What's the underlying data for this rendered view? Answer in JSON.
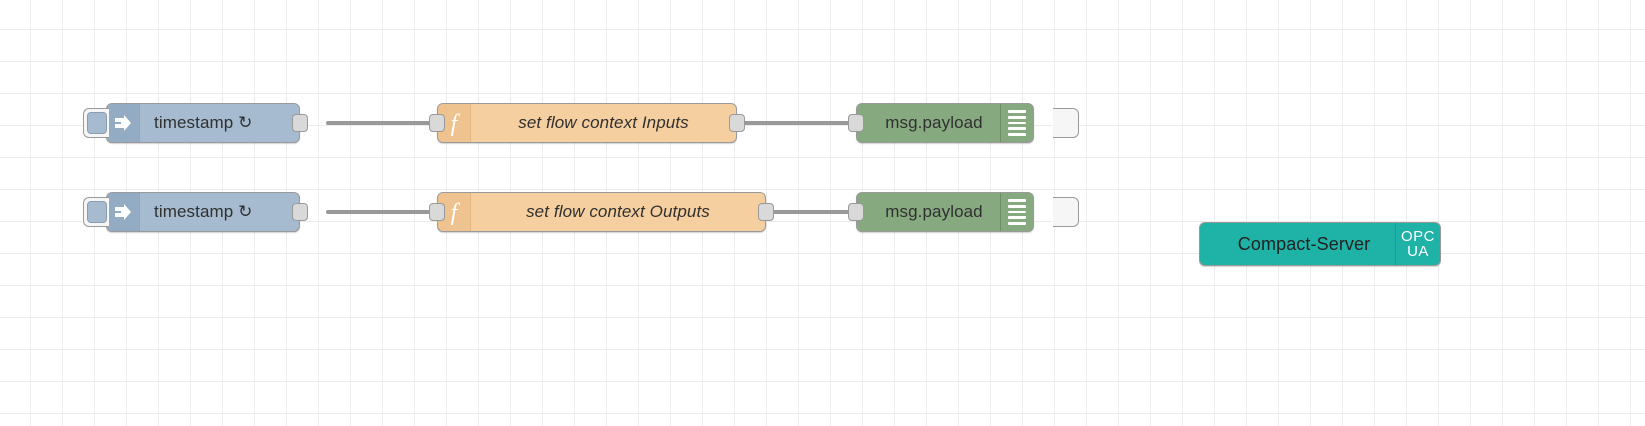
{
  "editor": {
    "name": "node-red-flow-canvas",
    "grid_size": 32,
    "background_color": "#ffffff",
    "grid_color": "#ececec"
  },
  "colors": {
    "inject": "#a6bbcf",
    "function": "#f6cfa0",
    "debug": "#87a980",
    "opcua": "#1fb2a6",
    "wire": "#999999",
    "node_border": "#9a9a9a"
  },
  "rows": [
    {
      "inject": {
        "label": "timestamp ↻",
        "icon": "inject-arrow-icon",
        "button": "inject-trigger-button"
      },
      "function": {
        "label": "set flow context Inputs",
        "icon": "function-f-icon"
      },
      "debug": {
        "label": "msg.payload",
        "icon": "debug-lines-icon"
      }
    },
    {
      "inject": {
        "label": "timestamp ↻",
        "icon": "inject-arrow-icon",
        "button": "inject-trigger-button"
      },
      "function": {
        "label": "set flow context Outputs",
        "icon": "function-f-icon"
      },
      "debug": {
        "label": "msg.payload",
        "icon": "debug-lines-icon"
      }
    }
  ],
  "opcua_node": {
    "label": "Compact-Server",
    "badge_line1": "OPC",
    "badge_line2": "UA",
    "icon": "opcua-badge-icon"
  }
}
